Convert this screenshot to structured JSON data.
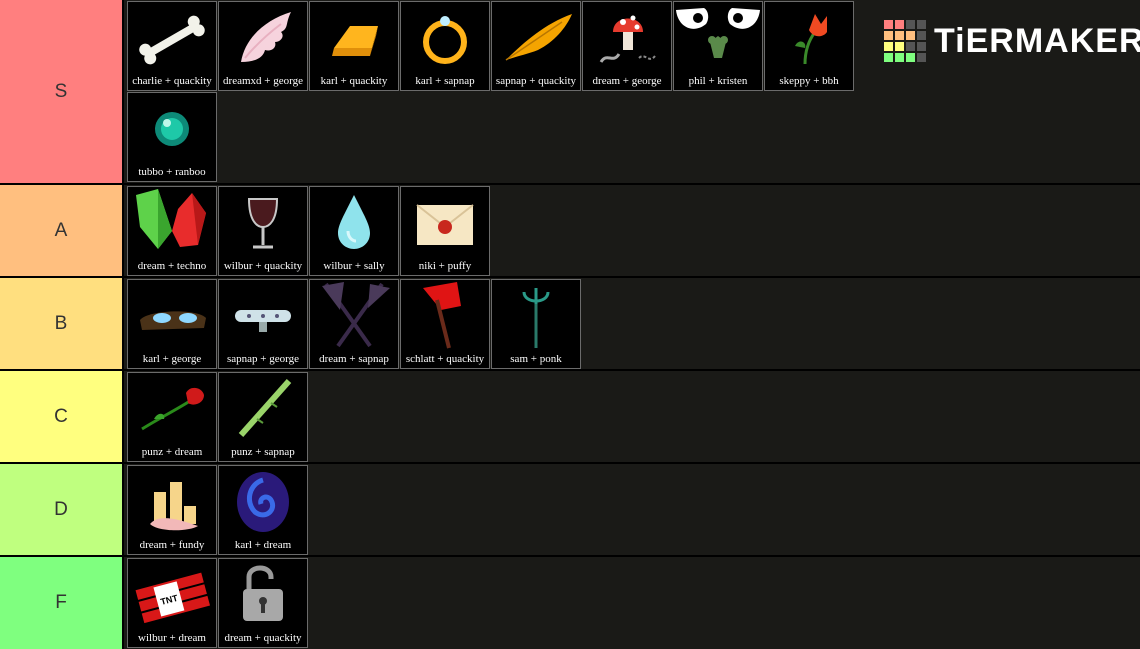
{
  "logo": {
    "text": "TiERMAKER"
  },
  "tiers": [
    {
      "label": "S",
      "color": "#ff7f7f",
      "items": [
        {
          "caption": "charlie + quackity",
          "icon": "bone-icon"
        },
        {
          "caption": "dreamxd + george",
          "icon": "wing-icon"
        },
        {
          "caption": "karl + quackity",
          "icon": "gold-ingot-icon"
        },
        {
          "caption": "karl + sapnap",
          "icon": "ring-icon"
        },
        {
          "caption": "sapnap + quackity",
          "icon": "feather-icon"
        },
        {
          "caption": "dream + george",
          "icon": "mushroom-icon"
        },
        {
          "caption": "phil + kristen",
          "icon": "eyes-icon"
        },
        {
          "caption": "skeppy + bbh",
          "icon": "flower-icon"
        },
        {
          "caption": "tubbo + ranboo",
          "icon": "pearl-icon"
        }
      ]
    },
    {
      "label": "A",
      "color": "#ffbf7f",
      "items": [
        {
          "caption": "dream + techno",
          "icon": "crystals-icon"
        },
        {
          "caption": "wilbur + quackity",
          "icon": "wine-glass-icon"
        },
        {
          "caption": "wilbur + sally",
          "icon": "water-drop-icon"
        },
        {
          "caption": "niki + puffy",
          "icon": "envelope-icon"
        }
      ]
    },
    {
      "label": "B",
      "color": "#ffdf7f",
      "items": [
        {
          "caption": "karl + george",
          "icon": "goggles-icon"
        },
        {
          "caption": "sapnap + george",
          "icon": "sunglasses-icon"
        },
        {
          "caption": "dream + sapnap",
          "icon": "crossed-axes-icon"
        },
        {
          "caption": "schlatt + quackity",
          "icon": "red-axe-icon"
        },
        {
          "caption": "sam + ponk",
          "icon": "trident-icon"
        }
      ]
    },
    {
      "label": "C",
      "color": "#ffff7f",
      "items": [
        {
          "caption": "punz + dream",
          "icon": "rose-icon"
        },
        {
          "caption": "punz + sapnap",
          "icon": "bamboo-icon"
        }
      ]
    },
    {
      "label": "D",
      "color": "#bfff7f",
      "items": [
        {
          "caption": "dream + fundy",
          "icon": "candles-icon"
        },
        {
          "caption": "karl + dream",
          "icon": "blue-swirl-icon"
        }
      ]
    },
    {
      "label": "F",
      "color": "#7fff7f",
      "items": [
        {
          "caption": "wilbur + dream",
          "icon": "tnt-icon"
        },
        {
          "caption": "dream + quackity",
          "icon": "padlock-icon"
        }
      ]
    }
  ]
}
